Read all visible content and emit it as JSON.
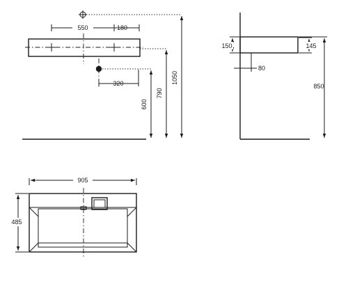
{
  "front_view": {
    "dimensions": {
      "tap_spacing": "550",
      "tap_to_edge": "180",
      "waste_offset": "320",
      "waste_height": "600",
      "rim_height": "790",
      "tap_height": "1050"
    }
  },
  "side_view": {
    "dimensions": {
      "basin_depth_outer": "150",
      "basin_depth_inner": "145",
      "waste_projection": "80",
      "total_height": "850"
    }
  },
  "top_view": {
    "dimensions": {
      "width": "905",
      "depth": "485"
    }
  }
}
